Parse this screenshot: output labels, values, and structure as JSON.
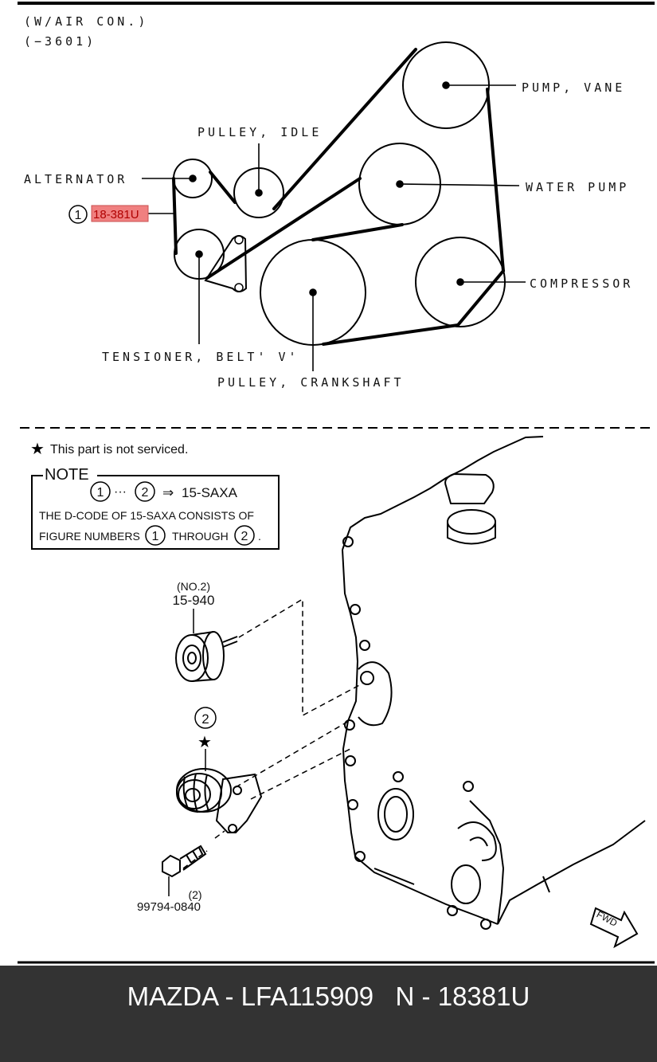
{
  "belt_diagram": {
    "header_line1": "(W/AIR CON.)",
    "header_line2": "(−3601)",
    "labels": {
      "pump_vane": "PUMP, VANE",
      "pulley_idle": "PULLEY, IDLE",
      "alternator": "ALTERNATOR",
      "water_pump": "WATER PUMP",
      "callout_number": "1",
      "callout_code": "18-381U",
      "compressor": "COMPRESSOR",
      "tensioner": "TENSIONER, BELT' V'",
      "pulley_crankshaft": "PULLEY, CRANKSHAFT"
    }
  },
  "parts_diagram": {
    "not_serviced_note": "This part is not serviced.",
    "note": {
      "title": "NOTE",
      "ref_start": "1",
      "ref_dots": "···",
      "ref_end": "2",
      "arrow": "⇒",
      "ref_code": "15-SAXA",
      "line2": "THE D-CODE OF 15-SAXA CONSISTS OF",
      "line3_a": "FIGURE NUMBERS",
      "line3_num1": "1",
      "line3_b": "THROUGH",
      "line3_num2": "2",
      "line3_end": "."
    },
    "idler_qty": "(NO.2)",
    "idler_code": "15-940",
    "tensioner_ref": "2",
    "bolt_qty": "(2)",
    "bolt_code": "99794-0840",
    "fwd_label": "FWD"
  },
  "footer": {
    "title": "MAZDA - LFA115909   N - 18381U"
  }
}
